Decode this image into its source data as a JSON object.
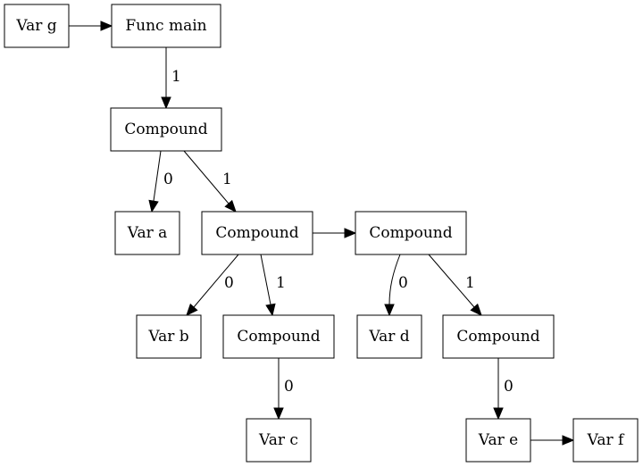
{
  "nodes": {
    "var_g": "Var g",
    "func_main": "Func main",
    "compound_1": "Compound",
    "var_a": "Var a",
    "compound_2": "Compound",
    "compound_3": "Compound",
    "var_b": "Var b",
    "compound_4": "Compound",
    "var_d": "Var d",
    "compound_5": "Compound",
    "var_c": "Var c",
    "var_e": "Var e",
    "var_f": "Var f"
  },
  "edges": [
    {
      "from": "var_g",
      "to": "func_main",
      "label": ""
    },
    {
      "from": "func_main",
      "to": "compound_1",
      "label": "1"
    },
    {
      "from": "compound_1",
      "to": "var_a",
      "label": "0"
    },
    {
      "from": "compound_1",
      "to": "compound_2",
      "label": "1"
    },
    {
      "from": "compound_2",
      "to": "compound_3",
      "label": ""
    },
    {
      "from": "compound_2",
      "to": "var_b",
      "label": "0"
    },
    {
      "from": "compound_2",
      "to": "compound_4",
      "label": "1"
    },
    {
      "from": "compound_3",
      "to": "var_d",
      "label": "0"
    },
    {
      "from": "compound_3",
      "to": "compound_5",
      "label": "1"
    },
    {
      "from": "compound_4",
      "to": "var_c",
      "label": "0"
    },
    {
      "from": "compound_5",
      "to": "var_e",
      "label": "0"
    },
    {
      "from": "var_e",
      "to": "var_f",
      "label": ""
    }
  ]
}
